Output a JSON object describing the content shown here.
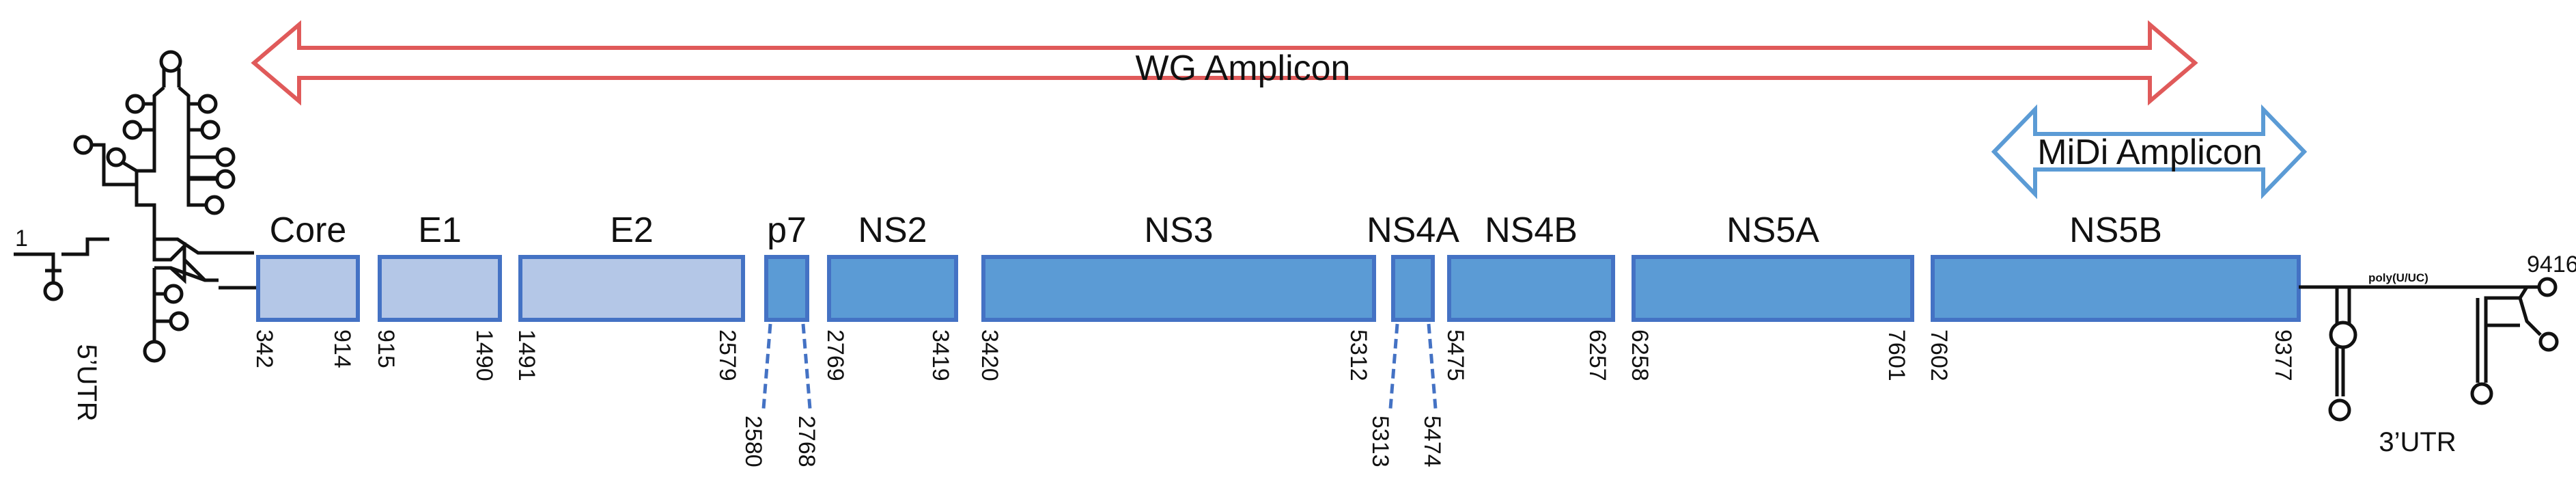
{
  "genome": {
    "start_label": "1",
    "end_label": "9416",
    "utr5_label": "5’UTR",
    "utr3_label": "3’UTR",
    "poly_label": "poly(U/UC)"
  },
  "amplicons": [
    {
      "id": "wg",
      "label": "WG Amplicon",
      "color": "#e05a5a"
    },
    {
      "id": "midi",
      "label": "MiDi Amplicon",
      "color": "#5b9bd5"
    }
  ],
  "genes": [
    {
      "id": "core",
      "label": "Core",
      "start": "342",
      "end": "914",
      "fill": "#b4c7e7",
      "stroke": "#4472c4"
    },
    {
      "id": "e1",
      "label": "E1",
      "start": "915",
      "end": "1490",
      "fill": "#b4c7e7",
      "stroke": "#4472c4"
    },
    {
      "id": "e2",
      "label": "E2",
      "start": "1491",
      "end": "2579",
      "fill": "#b4c7e7",
      "stroke": "#4472c4"
    },
    {
      "id": "p7",
      "label": "p7",
      "start": "2580",
      "end": "2768",
      "fill": "#5b9bd5",
      "stroke": "#4472c4"
    },
    {
      "id": "ns2",
      "label": "NS2",
      "start": "2769",
      "end": "3419",
      "fill": "#5b9bd5",
      "stroke": "#4472c4"
    },
    {
      "id": "ns3",
      "label": "NS3",
      "start": "3420",
      "end": "5312",
      "fill": "#5b9bd5",
      "stroke": "#4472c4"
    },
    {
      "id": "ns4a",
      "label": "NS4A",
      "start": "5313",
      "end": "5474",
      "fill": "#5b9bd5",
      "stroke": "#4472c4"
    },
    {
      "id": "ns4b",
      "label": "NS4B",
      "start": "5475",
      "end": "6257",
      "fill": "#5b9bd5",
      "stroke": "#4472c4"
    },
    {
      "id": "ns5a",
      "label": "NS5A",
      "start": "6258",
      "end": "7601",
      "fill": "#5b9bd5",
      "stroke": "#4472c4"
    },
    {
      "id": "ns5b",
      "label": "NS5B",
      "start": "7602",
      "end": "9377",
      "fill": "#5b9bd5",
      "stroke": "#4472c4"
    }
  ]
}
